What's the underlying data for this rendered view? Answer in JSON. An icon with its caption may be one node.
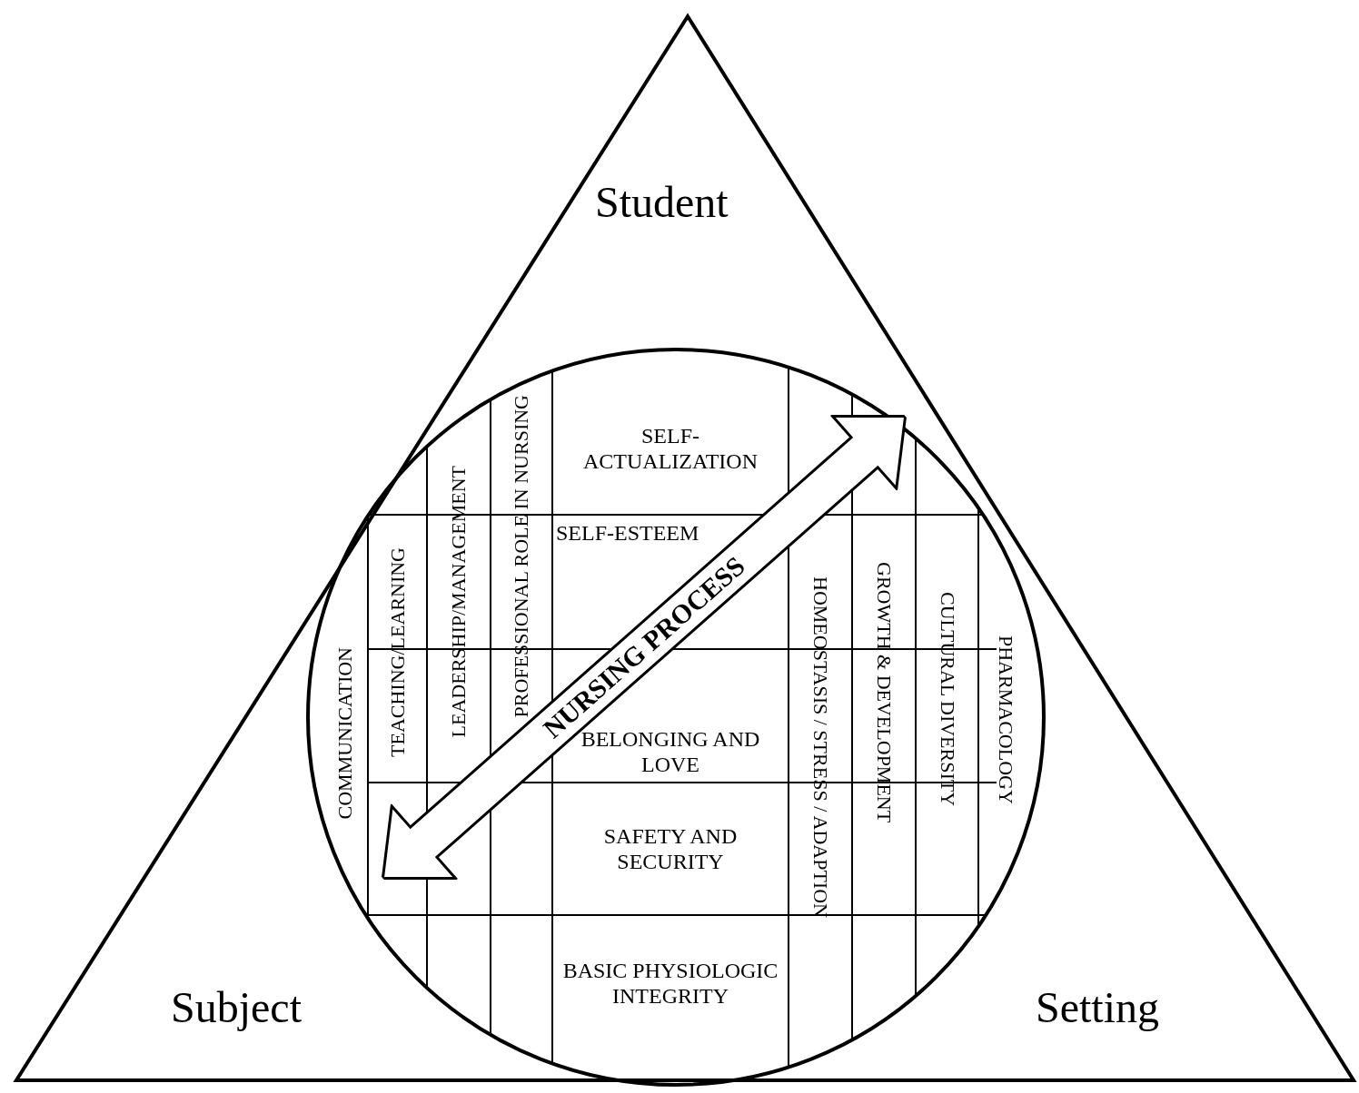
{
  "diagram": {
    "nodes": [
      {
        "text": [
          "Student",
          "Subject",
          "Setting"
        ]
      },
      {
        "text": [],
        "shape": "circle",
        "in": 0
      },
      {
        "text": [
          "SELF-ACTUALIZATION"
        ],
        "in": 1
      },
      {
        "text": [
          "SELF-ESTEEM"
        ],
        "in": 1
      },
      {
        "text": [
          "BELONGING AND LOVE"
        ],
        "in": 1
      },
      {
        "text": [
          "SAFETY AND SECURITY"
        ],
        "in": 1
      },
      {
        "text": [
          "BASIC PHYSIOLOGIC INTEGRITY"
        ],
        "in": 1
      },
      {
        "text": [
          "COMMUNICATION"
        ],
        "in": 1
      },
      {
        "text": [
          "TEACHING/LEARNING"
        ],
        "in": 1
      },
      {
        "text": [
          "LEADERSHIP/MANAGEMENT"
        ],
        "in": 1
      },
      {
        "text": [
          "PROFESSIONAL ROLE IN NURSING"
        ],
        "in": 1
      },
      {
        "text": [
          "HOMEOSTASIS / STRESS / ADAPTION"
        ],
        "in": 1
      },
      {
        "text": [
          "GROWTH & DEVELOPMENT"
        ],
        "in": 1
      },
      {
        "text": [
          "CULTURAL DIVERSITY"
        ],
        "in": 1
      },
      {
        "text": [
          "PHARMACOLOGY"
        ],
        "in": 1
      },
      {
        "text": [
          "NURSING PROCESS"
        ],
        "in": 1
      }
    ]
  }
}
